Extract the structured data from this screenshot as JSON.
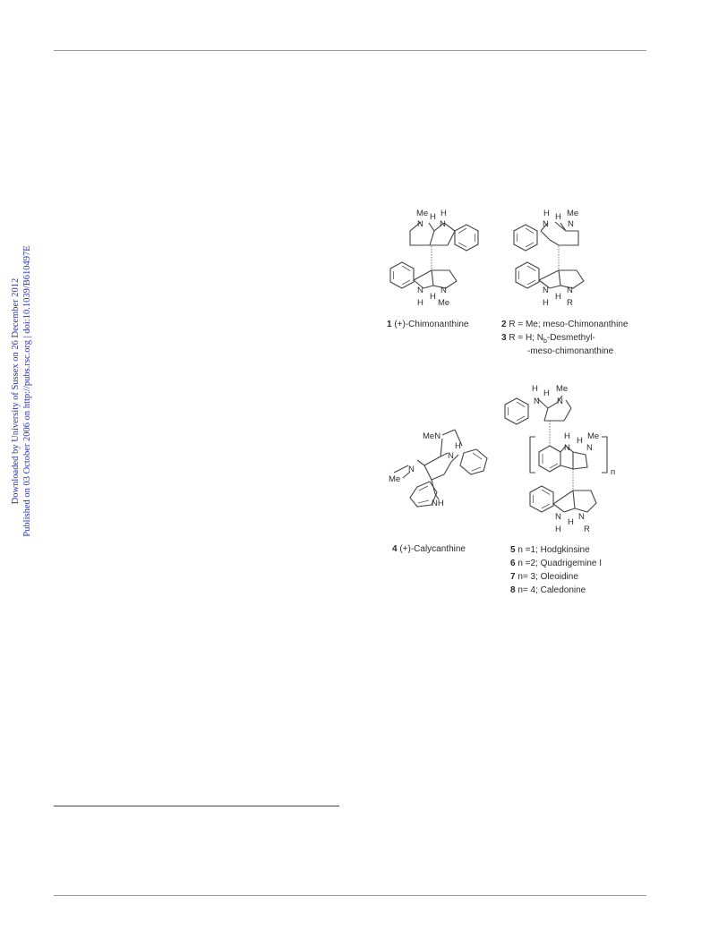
{
  "watermark": {
    "line1": "Downloaded by University of Sussex on 26 December 2012",
    "line2": "Published on 03 October 2006 on http://pubs.rsc.org | doi:10.1039/B610497E"
  },
  "figure": {
    "structures": [
      {
        "number": "1",
        "name": "(+)-Chimonanthine"
      },
      {
        "number": "2",
        "name": "R = Me; meso-Chimonanthine"
      },
      {
        "number": "3",
        "name_line1": "R = H; N",
        "subscript": "b",
        "name_line1_end": "-Desmethyl-",
        "name_line2": "-meso-chimonanthine"
      },
      {
        "number": "4",
        "name": "(+)-Calycanthine"
      },
      {
        "number": "5",
        "name": "n =1; Hodgkinsine"
      },
      {
        "number": "6",
        "name": "n =2; Quadrigemine I"
      },
      {
        "number": "7",
        "name": "n= 3; Oleoidine"
      },
      {
        "number": "8",
        "name": "n= 4; Caledonine"
      }
    ],
    "atom_labels": {
      "N": "N",
      "H": "H",
      "Me": "Me",
      "R": "R",
      "NH": "NH",
      "MeN": "MeN",
      "n": "n"
    }
  }
}
